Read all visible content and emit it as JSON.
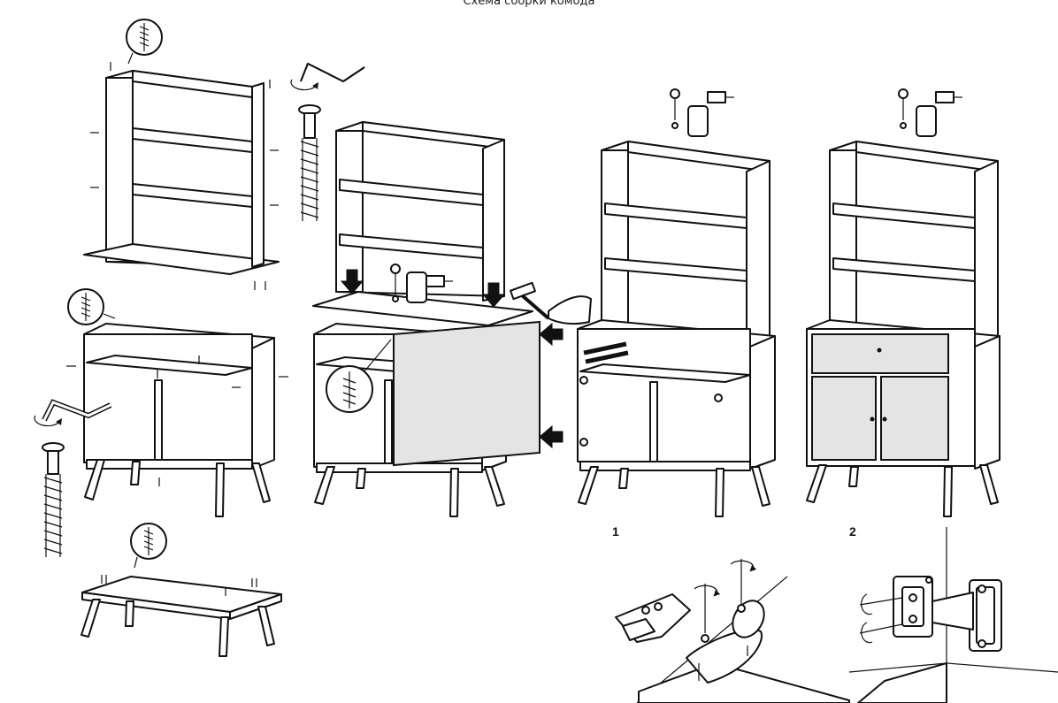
{
  "title": "Схема сборки комода",
  "detail_labels": [
    "1",
    "2"
  ],
  "icons": {
    "screw": "screw-callout-icon",
    "allen_key": "allen-key-icon",
    "drill": "drill-screwdriver-icon",
    "hammer": "hammer-icon",
    "hinge": "hinge-icon"
  },
  "colors": {
    "line": "#111111",
    "panel": "#e4e4e4",
    "background": "#ffffff"
  }
}
